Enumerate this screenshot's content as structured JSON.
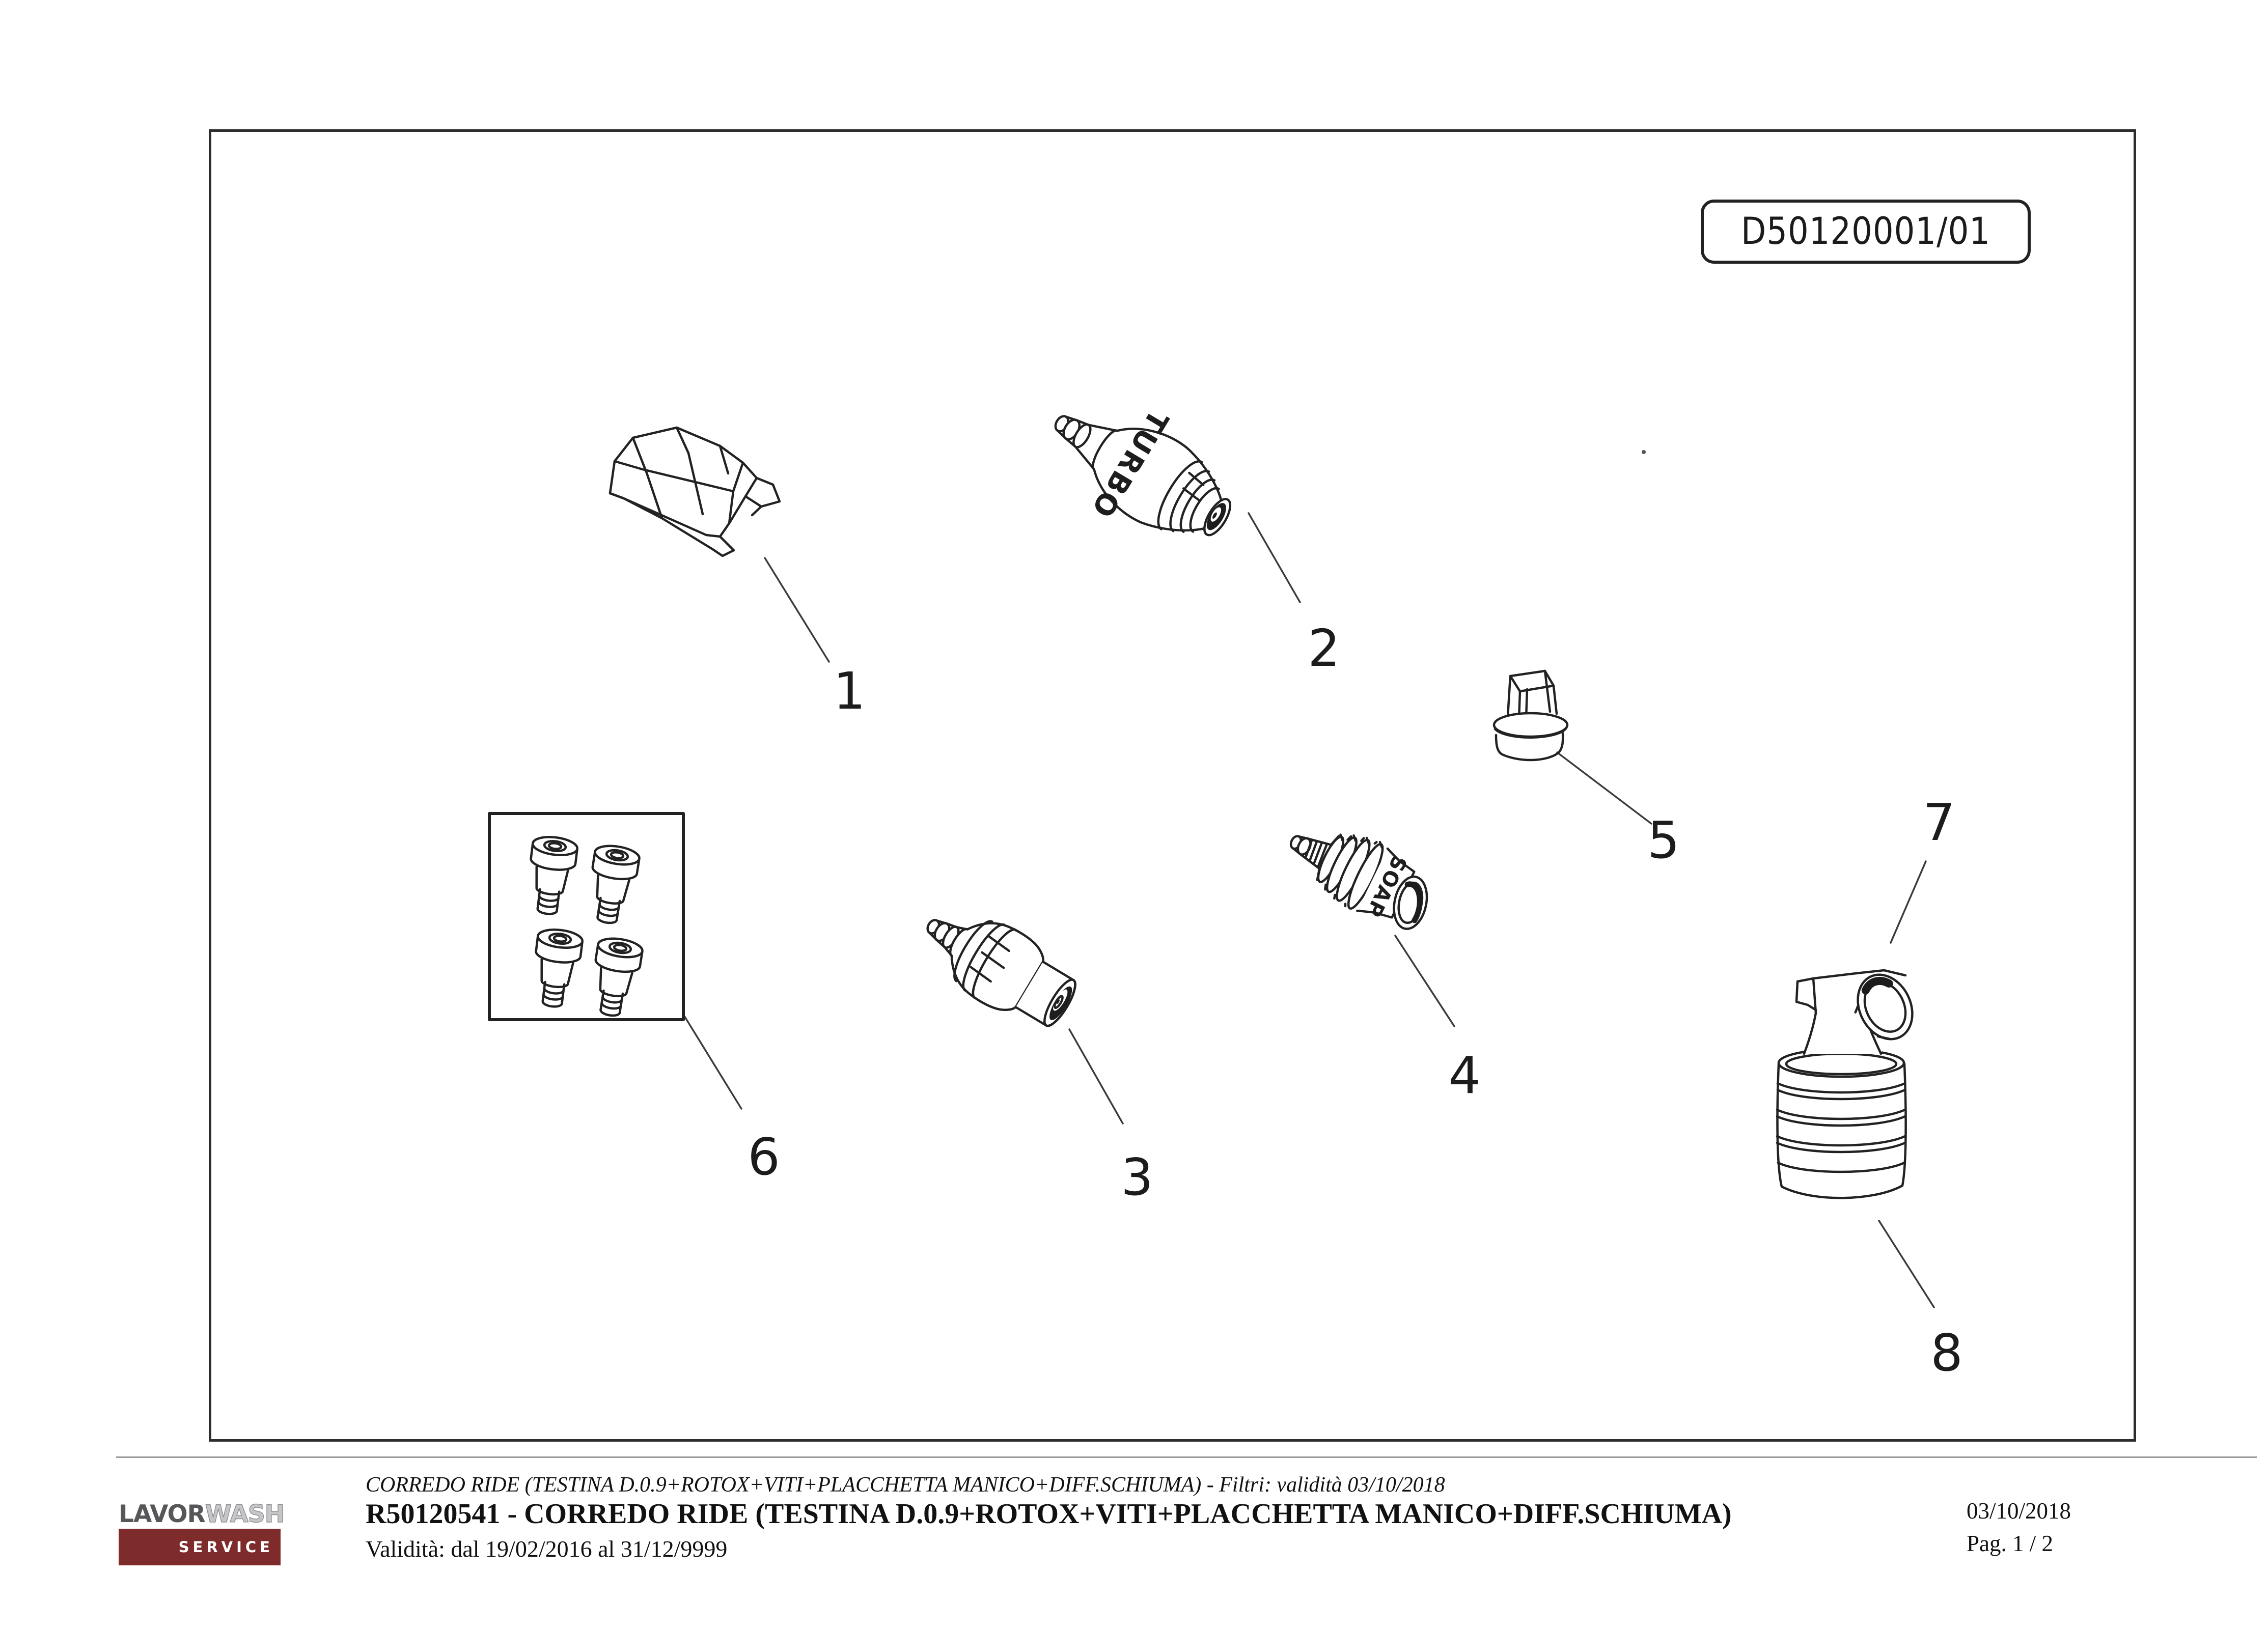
{
  "page": {
    "drawing_code": "D50120001/01",
    "background_color": "#ffffff",
    "line_color": "#222222"
  },
  "diagram": {
    "parts": [
      {
        "number": "1"
      },
      {
        "number": "2"
      },
      {
        "number": "3"
      },
      {
        "number": "4"
      },
      {
        "number": "5"
      },
      {
        "number": "6"
      },
      {
        "number": "7"
      },
      {
        "number": "8"
      }
    ],
    "part_texts": {
      "turbo": "TURBO",
      "soap": "SOAP"
    }
  },
  "footer": {
    "filter_line": "CORREDO RIDE (TESTINA D.0.9+ROTOX+VITI+PLACCHETTA MANICO+DIFF.SCHIUMA) - Filtri: validità 03/10/2018",
    "title_line": "R50120541 - CORREDO RIDE (TESTINA D.0.9+ROTOX+VITI+PLACCHETTA MANICO+DIFF.SCHIUMA)",
    "validity_line": "Validità: dal 19/02/2016 al 31/12/9999",
    "date": "03/10/2018",
    "page_indicator": "Pag. 1 / 2"
  },
  "logo": {
    "brand_primary": "LAVOR",
    "brand_secondary": "WASH",
    "service_label": "SERVICE",
    "accent_color": "#7d2b2b",
    "primary_text_color": "#57575a",
    "secondary_text_color": "#c6c6c8"
  }
}
